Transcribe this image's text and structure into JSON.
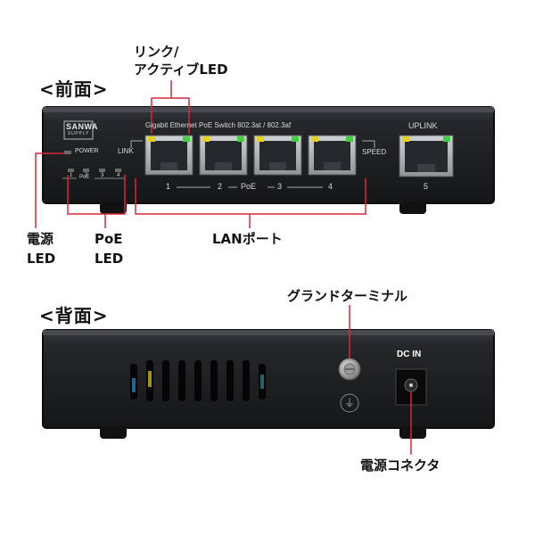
{
  "sections": {
    "front_title": "<前面>",
    "back_title": "<背面>"
  },
  "callouts": {
    "link_led_line1": "リンク/",
    "link_led_line2": "アクティブLED",
    "power_led_line1": "電源",
    "power_led_line2": "LED",
    "poe_led_line1": "PoE",
    "poe_led_line2": "LED",
    "lan_port": "LANポート",
    "ground_terminal": "グランドターミナル",
    "power_connector": "電源コネクタ"
  },
  "device_front": {
    "brand_line1": "SANWA",
    "brand_line2": "SUPPLY",
    "model_text": "Gigabit Ethernet PoE Switch 802.3at / 802.3af",
    "power_label": "POWER",
    "link_label": "LINK",
    "speed_label": "SPEED",
    "uplink_label": "UPLINK",
    "poe_label": "PoE",
    "poe_small": "PoE",
    "poe_led_numbers": [
      "1",
      "2",
      "3",
      "4"
    ],
    "port_numbers": [
      "1",
      "2",
      "3",
      "4"
    ],
    "uplink_number": "5"
  },
  "device_back": {
    "dc_in_label": "DC IN",
    "ground_symbol": "⏚"
  },
  "colors": {
    "chassis": "#1e1f22",
    "callout_line": "#d9263a",
    "led_yellow": "#e6d21a",
    "led_green": "#3fcf3f"
  }
}
